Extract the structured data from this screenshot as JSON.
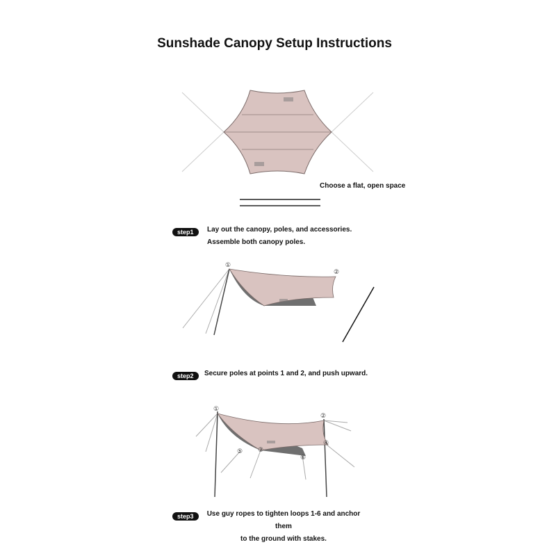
{
  "title": "Sunshade Canopy Setup Instructions",
  "intro_caption": "Choose a flat, open space",
  "steps": [
    {
      "badge": "step1",
      "lines": [
        "Lay out the canopy, poles, and accessories.",
        "Assemble both canopy poles."
      ]
    },
    {
      "badge": "step2",
      "lines": [
        "Secure poles at points 1 and 2, and push upward."
      ]
    },
    {
      "badge": "step3",
      "lines": [
        "Use guy ropes to tighten loops 1-6 and anchor them",
        "to the ground with stakes."
      ]
    }
  ],
  "markers": [
    "①",
    "②",
    "③",
    "④",
    "⑤",
    "⑥"
  ],
  "colors": {
    "canopy": "#d9c3c0",
    "shadow": "#6f6f6f",
    "line": "#888888"
  }
}
